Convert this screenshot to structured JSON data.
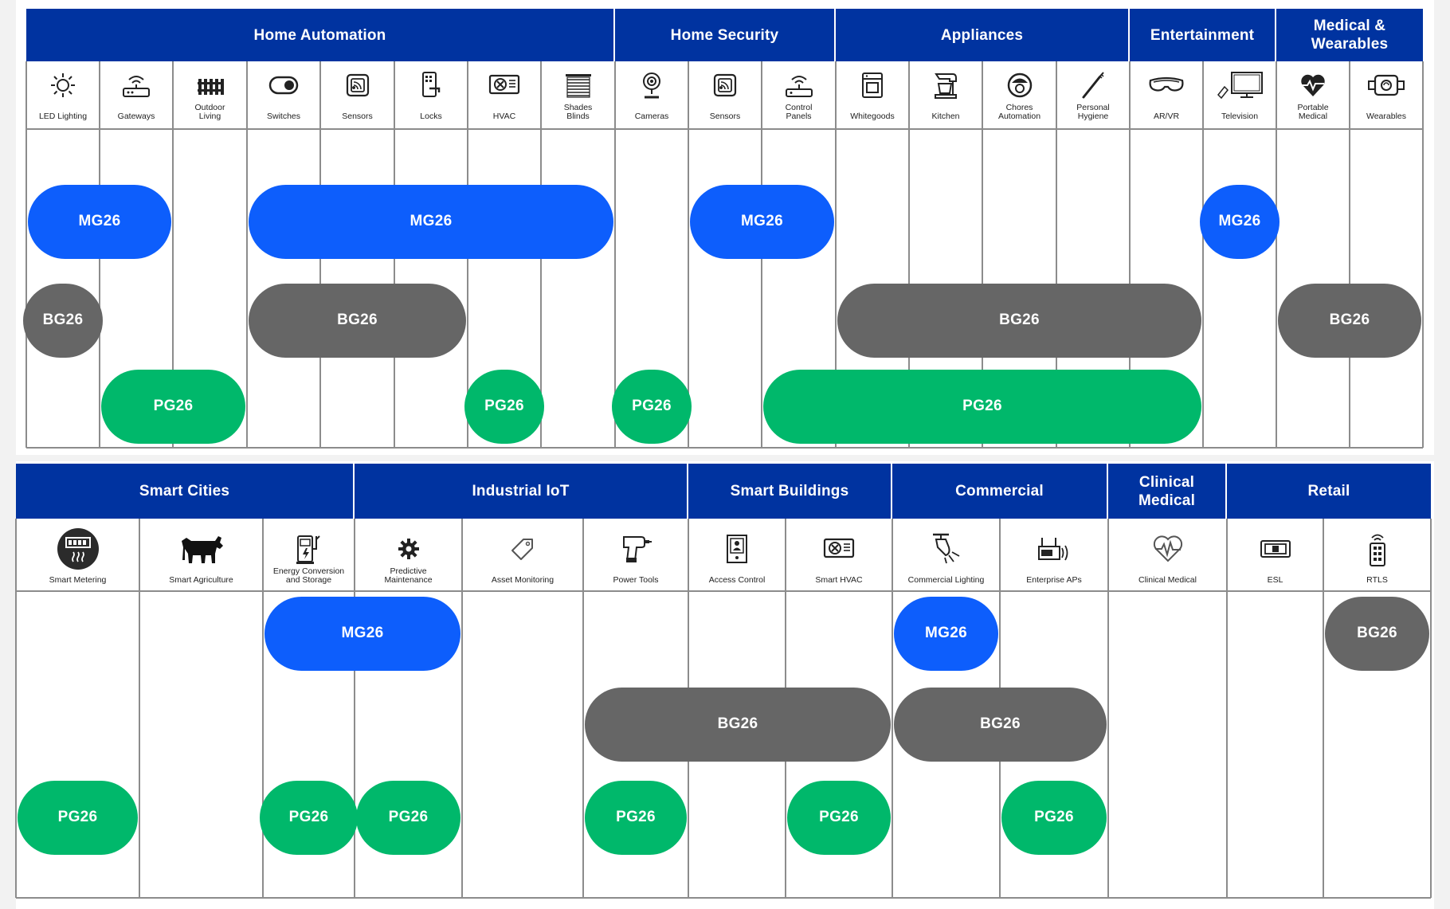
{
  "colors": {
    "header_bg": "#0033a0",
    "MG26": "#0d5efc",
    "BG26": "#666666",
    "PG26": "#00b86b",
    "grid_line": "#8c8c8c"
  },
  "top": {
    "categories": [
      {
        "label": "Home Automation",
        "cols": [
          0,
          7
        ]
      },
      {
        "label": "Home Security",
        "cols": [
          8,
          10
        ]
      },
      {
        "label": "Appliances",
        "cols": [
          11,
          14
        ]
      },
      {
        "label": "Entertainment",
        "cols": [
          15,
          16
        ]
      },
      {
        "label": "Medical &\nWearables",
        "cols": [
          17,
          18
        ]
      }
    ],
    "columns": [
      {
        "label": "LED Lighting",
        "icon": "led-lighting-icon"
      },
      {
        "label": "Gateways",
        "icon": "gateway-icon"
      },
      {
        "label": "Outdoor\nLiving",
        "icon": "fence-icon"
      },
      {
        "label": "Switches",
        "icon": "switch-icon"
      },
      {
        "label": "Sensors",
        "icon": "sensor-icon"
      },
      {
        "label": "Locks",
        "icon": "lock-icon"
      },
      {
        "label": "HVAC",
        "icon": "hvac-icon"
      },
      {
        "label": "Shades\nBlinds",
        "icon": "blinds-icon"
      },
      {
        "label": "Cameras",
        "icon": "camera-icon"
      },
      {
        "label": "Sensors",
        "icon": "sensor-icon"
      },
      {
        "label": "Control\nPanels",
        "icon": "control-panel-icon"
      },
      {
        "label": "Whitegoods",
        "icon": "washer-icon"
      },
      {
        "label": "Kitchen",
        "icon": "mixer-icon"
      },
      {
        "label": "Chores\nAutomation",
        "icon": "robot-vacuum-icon"
      },
      {
        "label": "Personal\nHygiene",
        "icon": "toothbrush-icon"
      },
      {
        "label": "AR/VR",
        "icon": "vr-headset-icon"
      },
      {
        "label": "Television",
        "icon": "television-icon"
      },
      {
        "label": "Portable\nMedical",
        "icon": "heart-monitor-icon"
      },
      {
        "label": "Wearables",
        "icon": "smartwatch-icon"
      }
    ],
    "bars": [
      {
        "label": "MG26",
        "type": "MG26",
        "row": 0,
        "from": 0,
        "to": 1
      },
      {
        "label": "MG26",
        "type": "MG26",
        "row": 0,
        "from": 3,
        "to": 7
      },
      {
        "label": "MG26",
        "type": "MG26",
        "row": 0,
        "from": 9,
        "to": 10
      },
      {
        "label": "MG26",
        "type": "MG26",
        "row": 0,
        "from": 16,
        "to": 16
      },
      {
        "label": "BG26",
        "type": "BG26",
        "row": 1,
        "from": 0,
        "to": 0
      },
      {
        "label": "BG26",
        "type": "BG26",
        "row": 1,
        "from": 3,
        "to": 5
      },
      {
        "label": "BG26",
        "type": "BG26",
        "row": 1,
        "from": 11,
        "to": 15
      },
      {
        "label": "BG26",
        "type": "BG26",
        "row": 1,
        "from": 17,
        "to": 18
      },
      {
        "label": "PG26",
        "type": "PG26",
        "row": 2,
        "from": 1,
        "to": 2
      },
      {
        "label": "PG26",
        "type": "PG26",
        "row": 2,
        "from": 6,
        "to": 6
      },
      {
        "label": "PG26",
        "type": "PG26",
        "row": 2,
        "from": 8,
        "to": 8
      },
      {
        "label": "PG26",
        "type": "PG26",
        "row": 2,
        "from": 10,
        "to": 15
      }
    ]
  },
  "bottom": {
    "categories": [
      {
        "label": "Smart Cities",
        "cols": [
          0,
          2
        ]
      },
      {
        "label": "Industrial IoT",
        "cols": [
          3,
          5
        ]
      },
      {
        "label": "Smart Buildings",
        "cols": [
          6,
          7
        ]
      },
      {
        "label": "Commercial",
        "cols": [
          8,
          9
        ]
      },
      {
        "label": "Clinical\nMedical",
        "cols": [
          10,
          10
        ]
      },
      {
        "label": "Retail",
        "cols": [
          11,
          12
        ]
      }
    ],
    "columns": [
      {
        "label": "Smart Metering",
        "icon": "smart-meter-icon"
      },
      {
        "label": "Smart Agriculture",
        "icon": "cow-icon"
      },
      {
        "label": "Energy Conversion\nand Storage",
        "icon": "ev-charger-icon"
      },
      {
        "label": "Predictive\nMaintenance",
        "icon": "gear-icon"
      },
      {
        "label": "Asset Monitoring",
        "icon": "tag-icon"
      },
      {
        "label": "Power Tools",
        "icon": "drill-icon"
      },
      {
        "label": "Access Control",
        "icon": "access-control-icon"
      },
      {
        "label": "Smart HVAC",
        "icon": "hvac-icon"
      },
      {
        "label": "Commercial Lighting",
        "icon": "ceiling-light-icon"
      },
      {
        "label": "Enterprise APs",
        "icon": "access-point-icon"
      },
      {
        "label": "Clinical Medical",
        "icon": "heart-pulse-icon"
      },
      {
        "label": "ESL",
        "icon": "shelf-label-icon"
      },
      {
        "label": "RTLS",
        "icon": "rtls-tracker-icon"
      }
    ],
    "bars": [
      {
        "label": "MG26",
        "type": "MG26",
        "row": 0,
        "from": 2,
        "to": 3
      },
      {
        "label": "MG26",
        "type": "MG26",
        "row": 0,
        "from": 8,
        "to": 8
      },
      {
        "label": "BG26",
        "type": "BG26",
        "row": 0,
        "from": 12,
        "to": 12
      },
      {
        "label": "BG26",
        "type": "BG26",
        "row": 1,
        "from": 5,
        "to": 7
      },
      {
        "label": "BG26",
        "type": "BG26",
        "row": 1,
        "from": 8,
        "to": 9
      },
      {
        "label": "PG26",
        "type": "PG26",
        "row": 2,
        "from": 0,
        "to": 0
      },
      {
        "label": "PG26",
        "type": "PG26",
        "row": 2,
        "from": 2,
        "to": 2
      },
      {
        "label": "PG26",
        "type": "PG26",
        "row": 2,
        "from": 3,
        "to": 3
      },
      {
        "label": "PG26",
        "type": "PG26",
        "row": 2,
        "from": 5,
        "to": 5
      },
      {
        "label": "PG26",
        "type": "PG26",
        "row": 2,
        "from": 7,
        "to": 7
      },
      {
        "label": "PG26",
        "type": "PG26",
        "row": 2,
        "from": 9,
        "to": 9
      }
    ]
  }
}
